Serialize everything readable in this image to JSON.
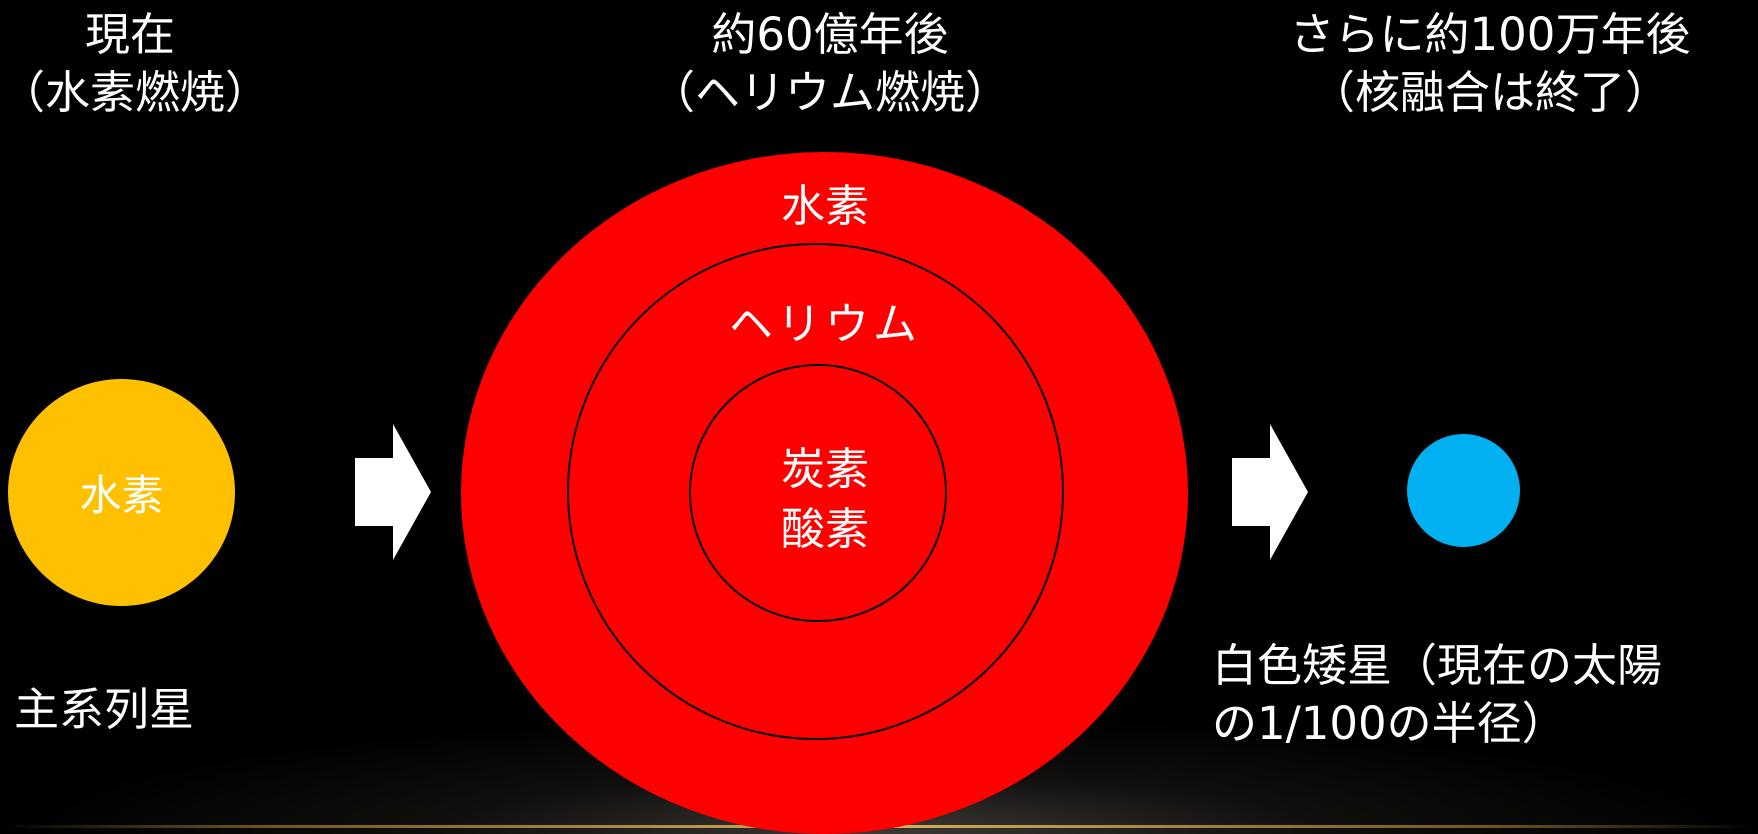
{
  "stages": [
    {
      "title": "現在",
      "subtitle": "（水素燃焼）"
    },
    {
      "title": "約60億年後",
      "subtitle": "（ヘリウム燃焼）"
    },
    {
      "title": "さらに約100万年後",
      "subtitle": "（核融合は終了）"
    }
  ],
  "sun": {
    "label": "水素",
    "caption": "主系列星",
    "color": "#ffc000"
  },
  "red_giant": {
    "color": "#ff0000",
    "layers": {
      "outer": "水素",
      "middle": "ヘリウム",
      "core_line1": "炭素",
      "core_line2": "酸素"
    }
  },
  "white_dwarf": {
    "color": "#00b0f0",
    "caption_line1": "白色矮星（現在の太陽",
    "caption_line2": "の1/100の半径）"
  },
  "arrows": [
    {
      "icon": "right-arrow-icon"
    },
    {
      "icon": "right-arrow-icon"
    }
  ]
}
